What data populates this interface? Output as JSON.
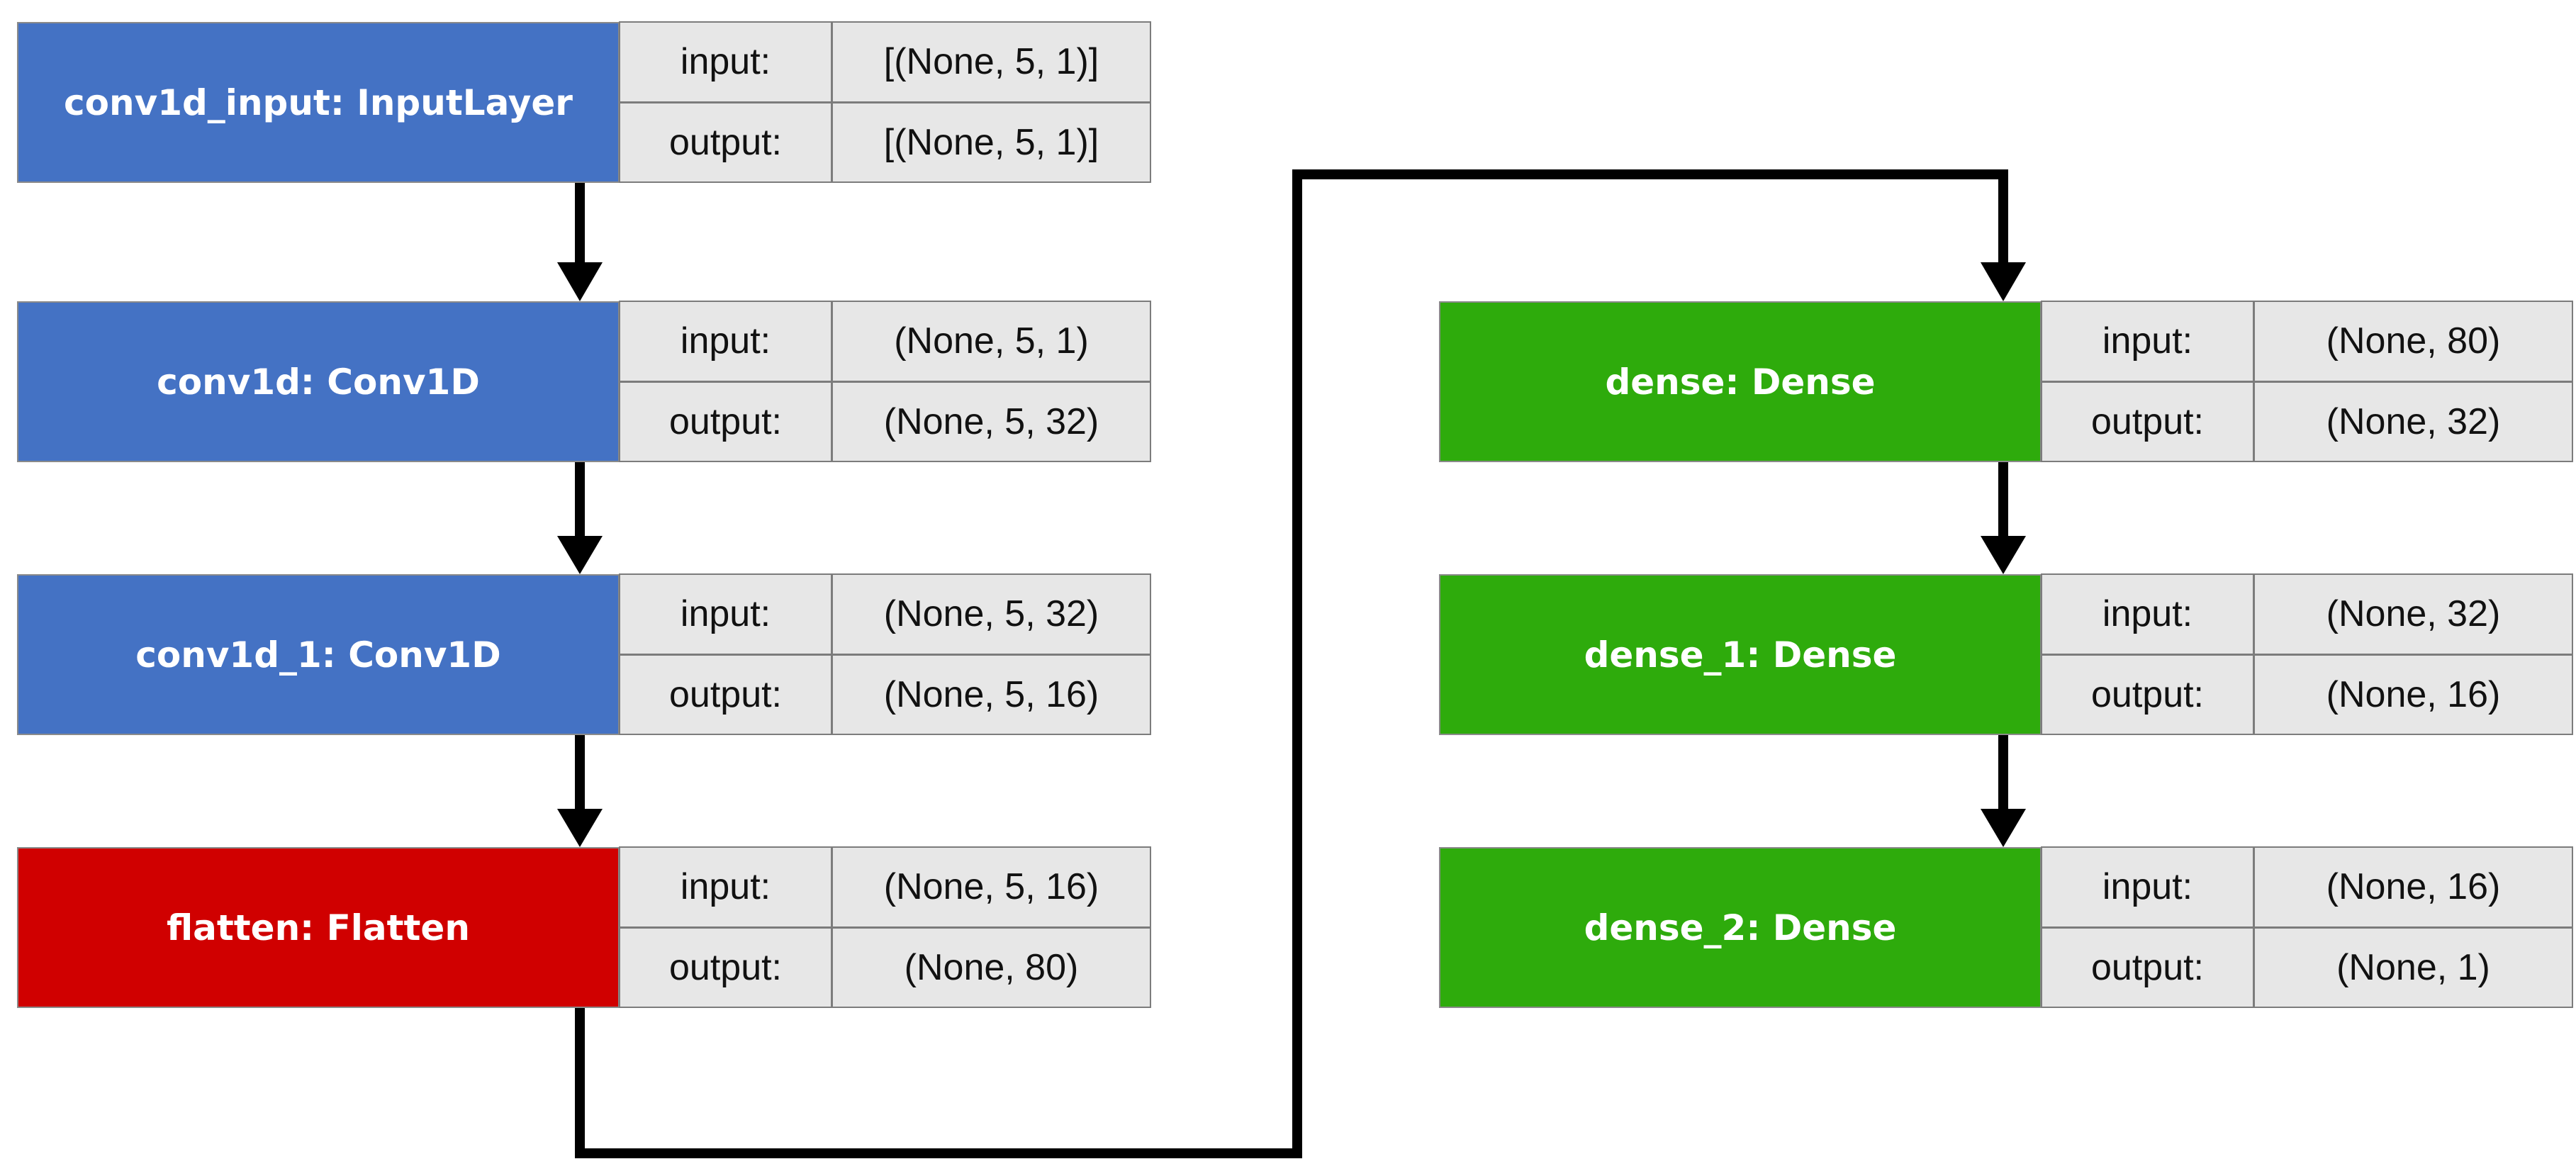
{
  "colors": {
    "conv": "#4472c4",
    "flatten": "#d00000",
    "dense": "#2eab0c",
    "cell_bg": "#e7e7e7",
    "connector": "#000000"
  },
  "labels": {
    "input": "input:",
    "output": "output:"
  },
  "layers": [
    {
      "name": "conv1d_input: InputLayer",
      "input": "[(None, 5, 1)]",
      "output": "[(None, 5, 1)]"
    },
    {
      "name": "conv1d: Conv1D",
      "input": "(None, 5, 1)",
      "output": "(None, 5, 32)"
    },
    {
      "name": "conv1d_1: Conv1D",
      "input": "(None, 5, 32)",
      "output": "(None, 5, 16)"
    },
    {
      "name": "flatten: Flatten",
      "input": "(None, 5, 16)",
      "output": "(None, 80)"
    },
    {
      "name": "dense: Dense",
      "input": "(None, 80)",
      "output": "(None, 32)"
    },
    {
      "name": "dense_1: Dense",
      "input": "(None, 32)",
      "output": "(None, 16)"
    },
    {
      "name": "dense_2: Dense",
      "input": "(None, 16)",
      "output": "(None, 1)"
    }
  ]
}
